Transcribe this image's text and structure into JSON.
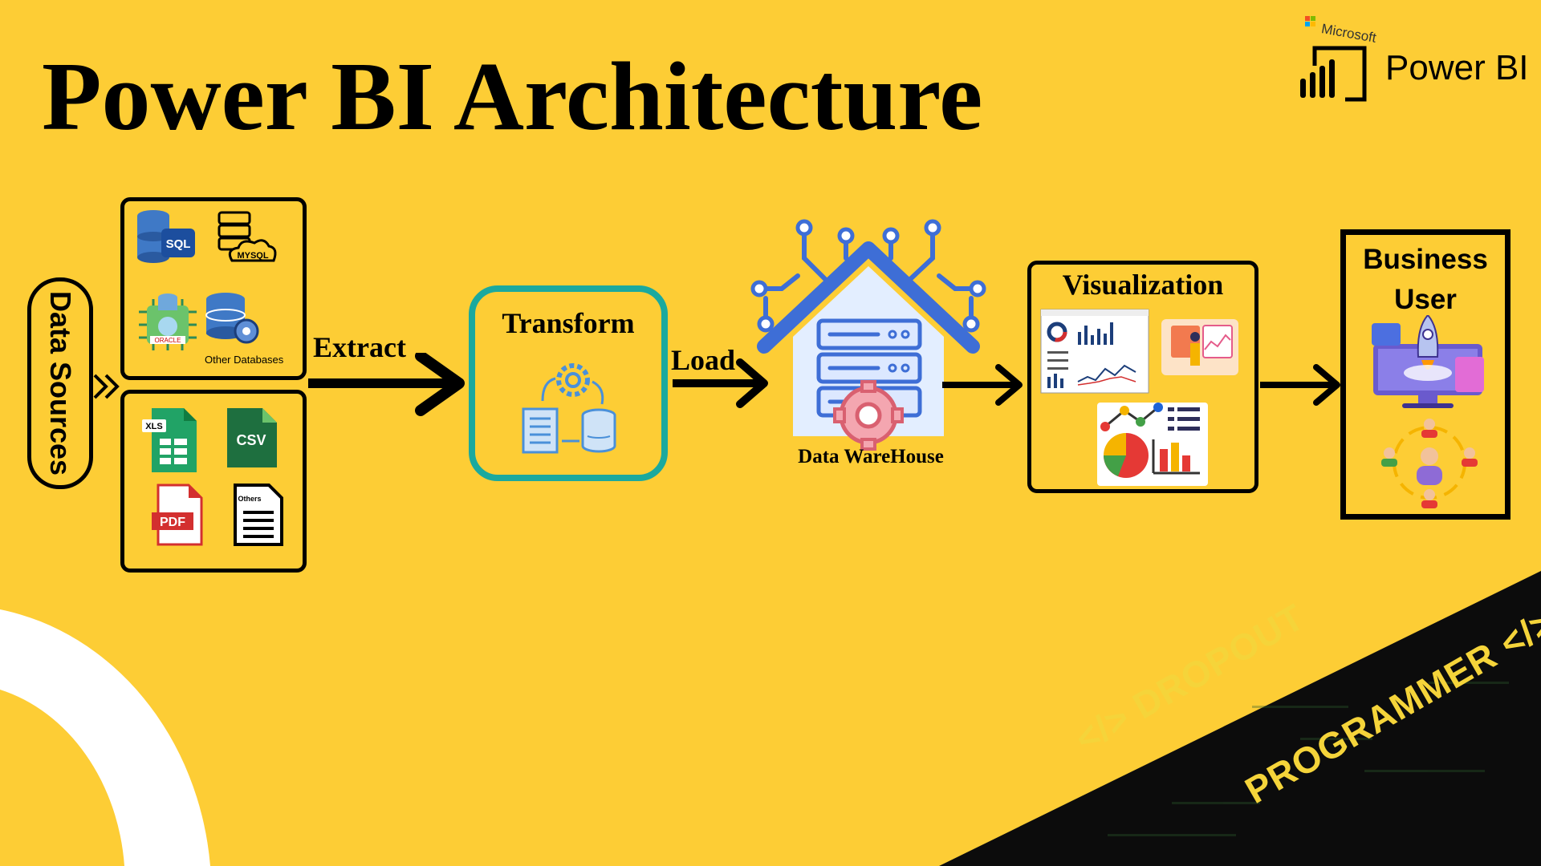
{
  "title": "Power BI Architecture",
  "logo": {
    "maker": "Microsoft",
    "product": "Power BI",
    "colors": [
      "#F25022",
      "#7FBA00",
      "#00A4EF",
      "#FFB900"
    ]
  },
  "colors": {
    "background": "#FDCD35",
    "transform_border": "#1BA99E",
    "ink": "#000000"
  },
  "data_sources": {
    "label": "Data Sources",
    "databases": [
      {
        "icon": "sql-database-icon",
        "text": "SQL"
      },
      {
        "icon": "mysql-database-icon",
        "text": "MYSQL"
      },
      {
        "icon": "oracle-database-icon",
        "text": "ORACLE"
      },
      {
        "icon": "other-databases-icon",
        "text": "Other Databases"
      }
    ],
    "files": [
      {
        "icon": "xls-file-icon",
        "text": "XLS"
      },
      {
        "icon": "csv-file-icon",
        "text": "CSV"
      },
      {
        "icon": "pdf-file-icon",
        "text": "PDF"
      },
      {
        "icon": "others-file-icon",
        "text": "Others"
      }
    ]
  },
  "steps": {
    "extract": "Extract",
    "transform": "Transform",
    "load": "Load",
    "warehouse": "Data WareHouse",
    "visualization": "Visualization",
    "business_user": "Business User"
  },
  "watermark": {
    "line1": "DROPOUT",
    "line2": "PROGRAMMER",
    "code_tag": "</>"
  }
}
